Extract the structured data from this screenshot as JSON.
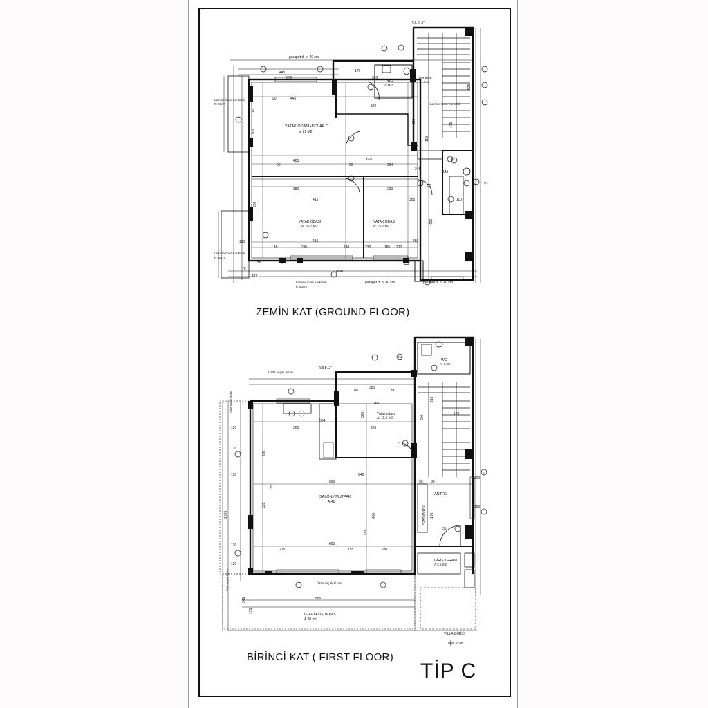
{
  "sheet_title": "TİP C",
  "ground_floor": {
    "title": "ZEMİN KAT (GROUND FLOOR)",
    "labels": {
      "yab": "y.a.b. 3°",
      "parapet_top": "parapet d. h: 40 cm",
      "parapet_bottom_1": "parapet d. h: 40 cm",
      "parapet_bottom_2": "parapet d. h: 40 cm",
      "railing_1": "Lamine Cam Korkuluk",
      "railing_1_h": "h: 90cm",
      "railing_2": "Lamine Cam Korkuluk",
      "railing_2_h": "h: 90cm",
      "railing_3": "Lamine Cam Korkuluk",
      "railing_4": "Lamine Cam Korkuluk",
      "railing_4_h": "h: 90cm",
      "bedroom_main": "YATAK ODASI+DOLAP O.",
      "bedroom_main_area": "a:  21 M2",
      "wc": "WC",
      "wc_area": "A:4M2",
      "stair": "Merdiven",
      "stair_area": "A:14 M2",
      "bedroom_2": "YATAK ODASI",
      "bedroom_2_area": "a:  16.7 M2",
      "bedroom_3": "YATAK ODASI",
      "bedroom_3_area": "a:  15.2 M2",
      "window_note": "alçak",
      "p4": "P4"
    },
    "dims": [
      "170",
      "320",
      "445",
      "375",
      "90",
      "445",
      "320",
      "465",
      "90",
      "665",
      "90",
      "264",
      "415",
      "380",
      "230",
      "415",
      "230",
      "140",
      "230",
      "185",
      "230",
      "450",
      "365",
      "145",
      "110",
      "180",
      "471",
      "148",
      "300",
      "625",
      "220",
      "475",
      "113",
      "420",
      "200",
      "245",
      "30",
      "70",
      "40",
      "45"
    ]
  },
  "first_floor": {
    "title": "BİRİNCİ  KAT ( FIRST FLOOR)",
    "labels": {
      "yab": "y.a.b. 3°",
      "eave_1": "Üstte saçak hizası",
      "eave_2": "Üstte saçak hizası",
      "eave_3": "Üstte saçak hizası",
      "eave_4": "Üstte saçak hizası",
      "bedroom": "Yatak odası",
      "bedroom_area": "A: 11,5 m2",
      "wc": "WC",
      "wc_area": "A: 3 m2",
      "salon": "SALON / MUTFAK",
      "salon_area": "A:41",
      "entrance": "ANTRE",
      "porch": "GİRİŞ TERASI",
      "porch_area": "A:2,5 m2",
      "open_terrace": "ÜZERİ AÇIK TERAS",
      "open_terrace_area": "A:30 m²",
      "villa_entrance": "VILLA GİRİŞİ",
      "wardrobe": "PORTMANTO",
      "level": "±0.00",
      "f": "F",
      "p1": "P1"
    },
    "dims": [
      "80",
      "80",
      "380",
      "360",
      "504",
      "365",
      "260",
      "285",
      "250",
      "695",
      "940",
      "120",
      "120",
      "120",
      "120",
      "120",
      "1005",
      "220",
      "730",
      "480",
      "320",
      "275",
      "695",
      "155",
      "280",
      "865",
      "245",
      "175",
      "600",
      "170",
      "215",
      "160",
      "35",
      "55",
      "80",
      "300",
      "300",
      "90"
    ]
  },
  "colors": {
    "ink": "#111111",
    "paper": "#ffffff",
    "background": "#fdfbfc"
  }
}
